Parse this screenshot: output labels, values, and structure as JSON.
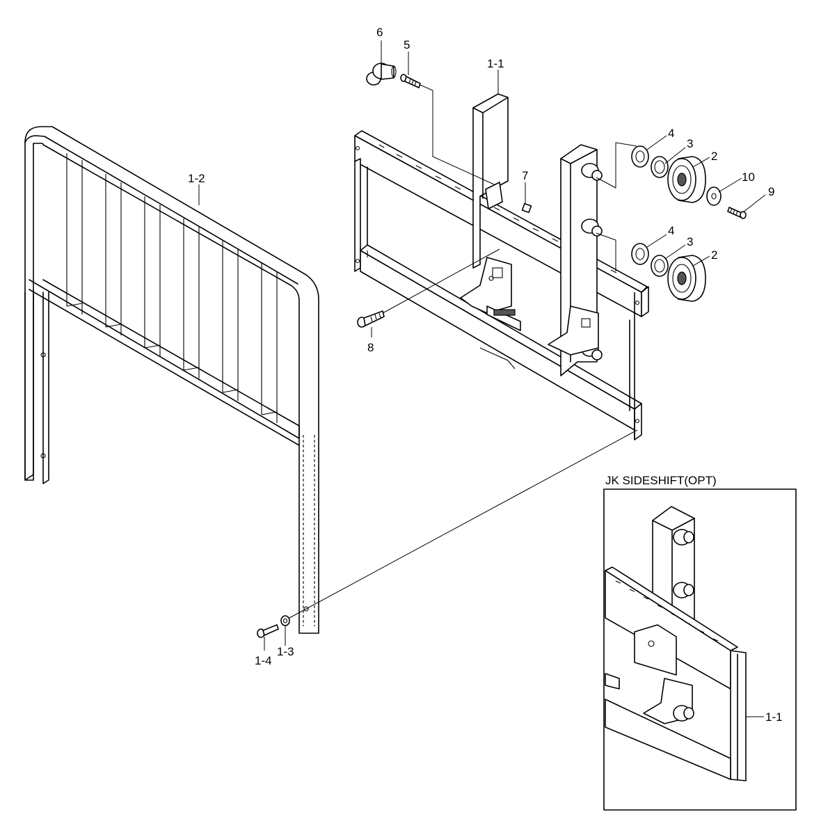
{
  "diagram": {
    "inset_title": "JK SIDESHIFT(OPT)",
    "part_labels": {
      "p6": "6",
      "p5": "5",
      "p1_1": "1-1",
      "p4a": "4",
      "p3a": "3",
      "p2a": "2",
      "p10": "10",
      "p9": "9",
      "p7": "7",
      "p4b": "4",
      "p3b": "3",
      "p2b": "2",
      "p8": "8",
      "p1_2": "1-2",
      "p1_4": "1-4",
      "p1_3": "1-3",
      "inset_1_1": "1-1"
    }
  }
}
